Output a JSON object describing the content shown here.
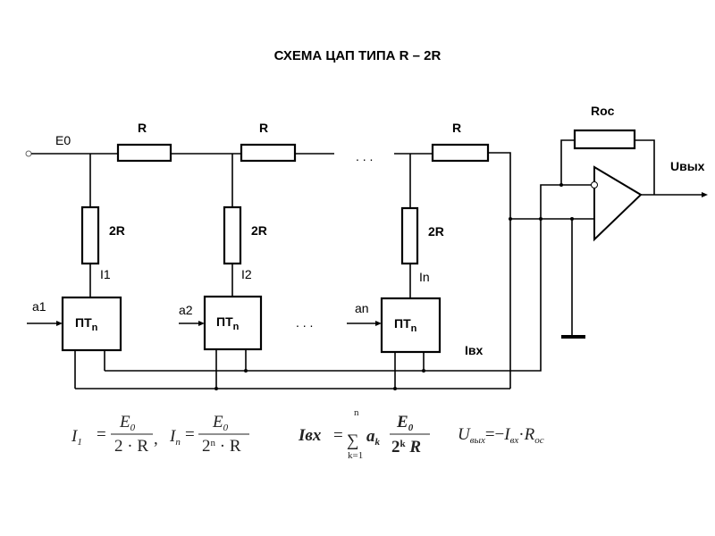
{
  "title": "СХЕМА  ЦАП  ТИПА  R – 2R",
  "labels": {
    "e0": "E0",
    "r": "R",
    "r2": "2R",
    "i1": "I1",
    "i2": "I2",
    "in": "In",
    "a1": "a1",
    "a2": "a2",
    "an": "an",
    "switch_main": "ПТ",
    "switch_sub": "n",
    "ivx": "Iвх",
    "roc": "Roc",
    "uvyx": "Uвых",
    "dots": ". . ."
  },
  "formulas": {
    "f1": {
      "lhs": "I",
      "lhs_sub": "1",
      "eq": "=",
      "num": "E",
      "num_sub": "0",
      "den": "2 · R",
      "tail": ","
    },
    "f2": {
      "lhs": "I",
      "lhs_sub": "n",
      "eq": "=",
      "num": "E",
      "num_sub": "0",
      "den_base": "2",
      "den_sup": "n",
      "den_rest": " · R"
    },
    "f3": {
      "lhs": "Iвх",
      "eq": "=",
      "sum": "∑",
      "sum_top": "n",
      "sum_bottom": "k=1",
      "coef": "a",
      "coef_sub": "k",
      "num": "E",
      "num_sub": "0",
      "den_base": "2",
      "den_sup": "k",
      "den_rest": " R"
    },
    "f4": {
      "lhs": "U",
      "lhs_sub": "вых",
      "eq": "=−",
      "i": "I",
      "i_sub": "вх",
      "dot": "·",
      "r": "R",
      "r_sub": "ос"
    }
  }
}
